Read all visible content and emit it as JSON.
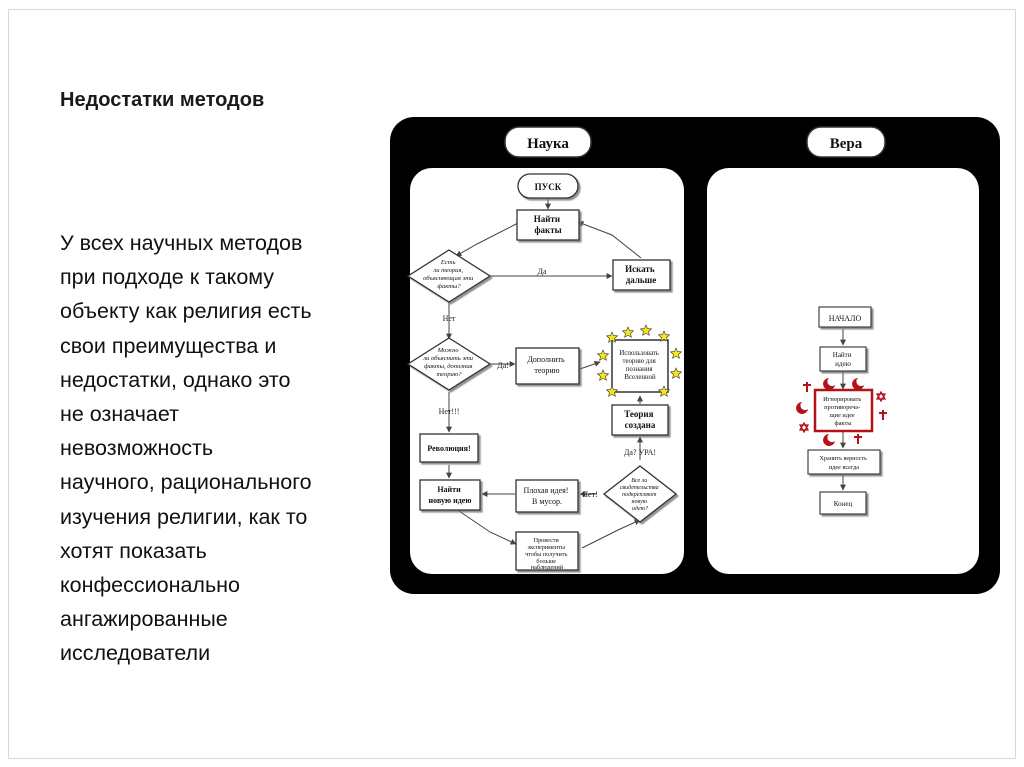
{
  "slide": {
    "title": "Недостатки методов",
    "body_lines": [
      "У всех научных методов",
      "при подходе к такому",
      "объекту как религия есть",
      "свои преимущества и",
      "недостатки, однако это",
      "не означает",
      "невозможность",
      "научного, рационального",
      "изучения религии, как то",
      "хотят показать",
      "конфессионально",
      "ангажированные",
      "исследователи"
    ]
  },
  "diagram": {
    "left_panel": {
      "title": "Наука",
      "nodes": {
        "start": "ПУСК",
        "find_facts": [
          "Найти",
          "факты"
        ],
        "theory_exists": [
          "Есть",
          "ли теория,",
          "объясняющая эти",
          "факты?"
        ],
        "search_further": [
          "Искать",
          "дальше"
        ],
        "can_explain": [
          "Можно",
          "ли объяснить эти",
          "факты, дополнив",
          "теорию?"
        ],
        "supplement_theory": [
          "Дополнить",
          "теорию"
        ],
        "use_theory": [
          "Использовать",
          "теорию для",
          "познания",
          "Вселенной"
        ],
        "theory_created": [
          "Теория",
          "создана"
        ],
        "revolution": "Революция!",
        "find_new_idea": [
          "Найти",
          "новую идею"
        ],
        "bad_idea": [
          "Плохая идея!",
          "В мусор."
        ],
        "evidence_confirms": [
          "Все ли",
          "свидетельства",
          "подкрепляют",
          "новую",
          "идею?"
        ],
        "experiments": [
          "Провести",
          "эксперименты",
          "чтобы получить",
          "больше",
          "наблюдений"
        ]
      },
      "edge_labels": {
        "yes": "Да",
        "no": "Нет",
        "yes_bang": "Да!",
        "no_bangs": "Нет!!!",
        "yes_hooray": "Да? УРА!",
        "no_bang": "Нет!"
      }
    },
    "right_panel": {
      "title": "Вера",
      "nodes": {
        "start": "НАЧАЛО",
        "find_idea": [
          "Найти",
          "идею"
        ],
        "ignore": [
          "Игнорировать",
          "противоречa-",
          "щие идее",
          "факты"
        ],
        "keep_faith": [
          "Хранить верность",
          "идее всегда"
        ],
        "end": "Конец"
      }
    },
    "colors": {
      "background": "#000000",
      "panel": "#ffffff",
      "accent_red": "#b31217",
      "star": "#f5e51c"
    }
  }
}
